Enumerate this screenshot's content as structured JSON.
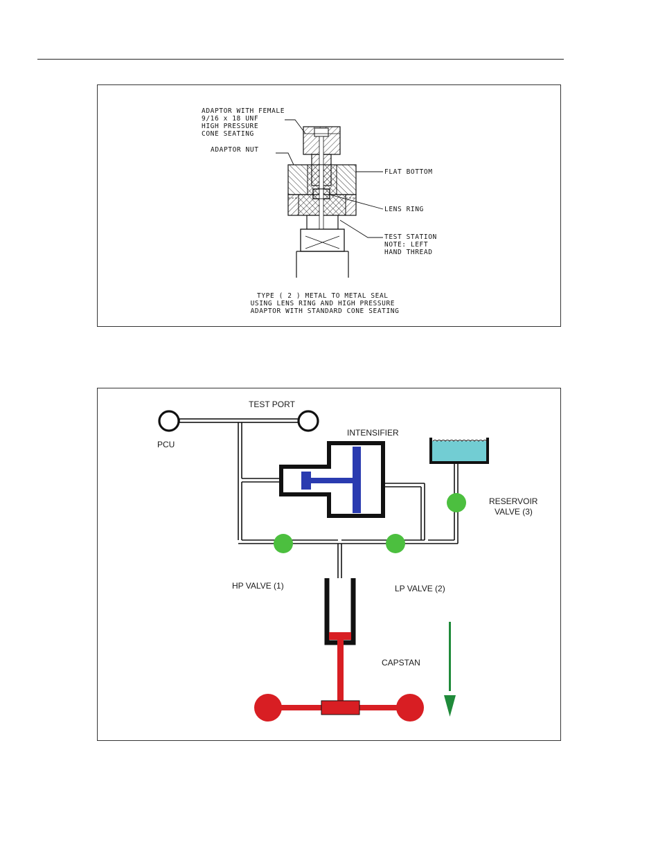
{
  "figure1": {
    "callouts": {
      "adaptor_female": [
        "ADAPTOR WITH FEMALE",
        "9/16 x 18 UNF",
        "HIGH PRESSURE",
        "CONE SEATING"
      ],
      "adaptor_nut": "ADAPTOR NUT",
      "flat_bottom": "FLAT BOTTOM",
      "lens_ring": "LENS RING",
      "test_station": [
        "TEST STATION",
        "NOTE:  LEFT",
        "HAND THREAD"
      ]
    },
    "caption": [
      "TYPE ( 2 ) METAL TO METAL SEAL",
      "USING LENS RING AND HIGH PRESSURE",
      "ADAPTOR WITH STANDARD CONE SEATING"
    ]
  },
  "figure2": {
    "labels": {
      "test_port": "TEST PORT",
      "pcu": "PCU",
      "intensifier": "INTENSIFIER",
      "reservoir_valve": [
        "RESERVOIR",
        "VALVE (3)"
      ],
      "hp_valve": "HP VALVE (1)",
      "lp_valve": "LP VALVE (2)",
      "capstan": "CAPSTAN"
    },
    "colors": {
      "valve": "#4cbf3f",
      "piston": "#2a3bb0",
      "capstan": "#d81e23",
      "reservoir_fluid": "#72cdd3",
      "arrow": "#1f8a3a"
    }
  }
}
